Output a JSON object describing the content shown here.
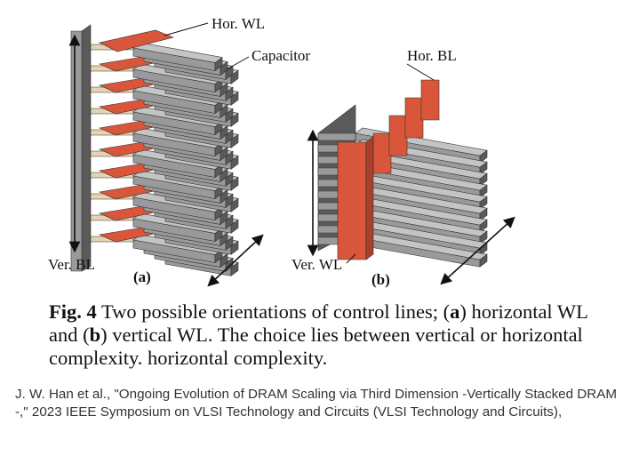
{
  "figure": {
    "labels": {
      "hor_wl": "Hor. WL",
      "capacitor": "Capacitor",
      "ver_bl": "Ver. BL",
      "panel_a": "(a)",
      "hor_bl": "Hor. BL",
      "ver_wl": "Ver. WL",
      "panel_b": "(b)"
    },
    "colors": {
      "red": "#d9563b",
      "gray": "#9a9a9a",
      "dark": "#5a5a5a",
      "tan": "#e8d3b0"
    }
  },
  "caption": {
    "fig_label": "Fig. 4",
    "p1": " Two possible orientations of control lines; (",
    "a": "a",
    "p2": ") horizontal WL and (",
    "b": "b",
    "p3": ") vertical WL. The choice lies between vertical or horizontal complexity. horizontal complexity."
  },
  "citation": "J. W. Han et al., \"Ongoing Evolution of DRAM Scaling via Third Dimension -Vertically Stacked DRAM -,\" 2023 IEEE Symposium on VLSI Technology and Circuits (VLSI Technology and Circuits),"
}
